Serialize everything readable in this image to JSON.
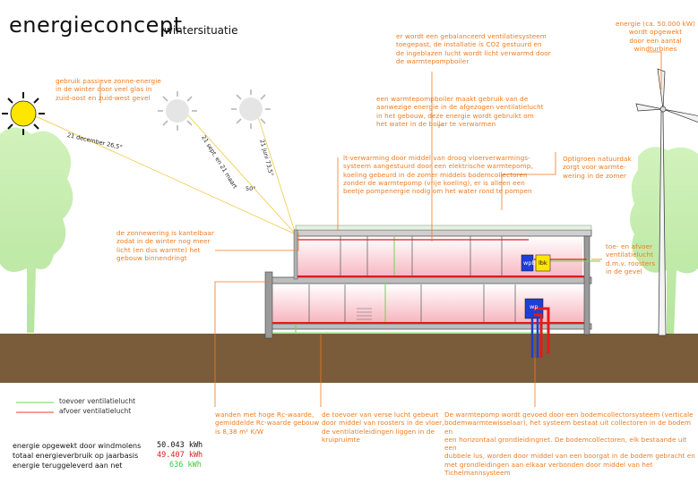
{
  "title": "energieconcept",
  "subtitle": "wintersituatie",
  "sun_angles": {
    "dec": "21 december 26,5°",
    "sept": "21 sept. en 21 maart",
    "sept_deg": "50°",
    "june": "21 juni 73,5°"
  },
  "equipment": {
    "wpb": "wpb",
    "lbk": "lbk",
    "wp": "wp"
  },
  "annotations": {
    "passive_solar": "gebruik passieve zonne-energie\nin de winter door veel glas in\nzuid-oost en zuid-west gevel",
    "sunshade": "de zonnewering is kantelbaar\nzodat in de winter nog meer\nlicht (en dus warmte) het\ngebouw binnendringt",
    "ventilation_system": "er wordt een gebalanceerd ventilatiesysteem\ntoegepast, de installatie is CO2 gestuurd en\nde ingeblazen lucht wordt licht verwarmd door\nde warmtepompboiler",
    "heatpump_boiler": "een warmtepompboiler maakt gebruik van de\naanwezige energie in de afgezogen ventilatielucht\nin het gebouw, deze energie wordt gebruikt om\nhet water in de boiler te verwarmen",
    "floor_heating": "lt-verwarming door middel van droog vloerverwarmings-\nsysteem aangestuurd door een elektrische warmtepomp,\nkoeling gebeurd in de zomer middels bodemcollectoren\nzonder de warmtepomp (vrije koeling), er is alleen een\nbeetje pompenergie nodig om het water rond te pompen",
    "green_roof": "Optigroen natuurdak\nzorgt voor warmte-\nwering in de zomer",
    "wind": "energie (ca. 50.000 kW)\nwordt opgewekt\ndoor een aantal\nwindturbines",
    "vent_supply": "toe- en afvoer\nventilatielucht\nd.m.v. roosters\nin de gevel",
    "walls": "wanden met hoge Rc-waarde,\ngemiddelde Rc-waarde gebouw\nis 8,38 m² K/W",
    "fresh_air": "de toevoer van verse lucht gebeurt\ndoor middel van roosters in de vloer,\nde ventilatieleidingen liggen in de\nkruipruimte",
    "ground_collector": "De warmtepomp wordt gevoed door een bodemcollectorsysteem (verticale\nbodemwarmtewisselaar), het systeem bestaat uit collectoren in de bodem en\neen horizontaal grondleidingnet. De bodemcollectoren, elk bestaande uit een\ndubbele lus, worden door middel van een boorgat in de bodem gebracht en\nmet grondleidingen aan elkaar verbonden door middel van het Tichelmannsysteem"
  },
  "legend": {
    "supply": "toevoer ventilatielucht",
    "exhaust": "afvoer ventilatielucht"
  },
  "stats": [
    {
      "label": "energie opgewekt door windmolens",
      "value": "50.043 kWh",
      "color": "#111111"
    },
    {
      "label": "totaal energieverbruik op jaarbasis",
      "value": "49.407 kWh",
      "color": "#e21b1b"
    },
    {
      "label": "energie teruggeleverd aan net",
      "value": "636 kWh",
      "color": "#3ec93e"
    }
  ],
  "colors": {
    "annotation": "#f07a1e",
    "supply_line": "#6bd94a",
    "exhaust_line": "#e8402a",
    "ground": "#7a5c3a",
    "sun": "#ffe600"
  },
  "icons": [
    "sun-icon",
    "grey-sun-icon",
    "tree-icon",
    "wind-turbine-icon"
  ]
}
